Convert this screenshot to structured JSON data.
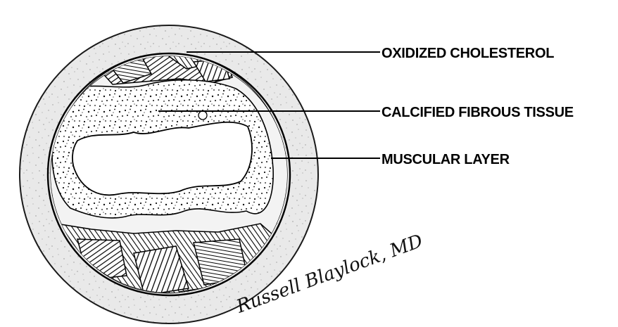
{
  "labels": [
    "OXIDIZED CHOLESTEROL",
    "CALCIFIED FIBROUS TISSUE",
    "MUSCULAR LAYER"
  ],
  "signature": "Russell Blaylock, MD"
}
